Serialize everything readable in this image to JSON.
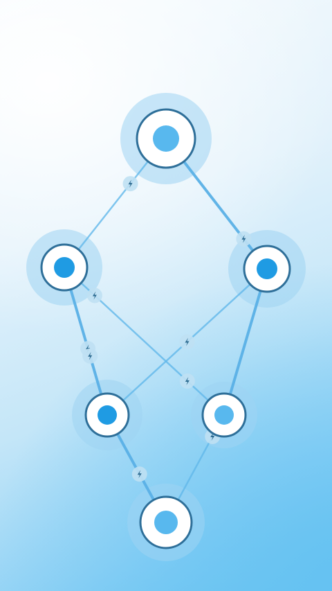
{
  "colors": {
    "ring_stroke": "#2e6f99",
    "ring_fill": "#ffffff",
    "halo": "#9fd4f3",
    "link": "#62b8ea",
    "link_charged": "#5ab0e6",
    "node_core_active": "#1f9be3",
    "node_core_idle": "#58b8ee",
    "bolt_badge": "#bfe0f3",
    "bolt_icon": "#2c6a90"
  },
  "nodes": [
    {
      "id": "top",
      "state": "idle"
    },
    {
      "id": "mid-left",
      "state": "active"
    },
    {
      "id": "mid-right",
      "state": "active"
    },
    {
      "id": "low-left",
      "state": "active"
    },
    {
      "id": "low-right",
      "state": "idle"
    },
    {
      "id": "bottom",
      "state": "idle"
    }
  ],
  "links": [
    {
      "from": "top",
      "to": "mid-left",
      "charged": false
    },
    {
      "from": "top",
      "to": "mid-right",
      "charged": true
    },
    {
      "from": "mid-left",
      "to": "low-left",
      "charged": true
    },
    {
      "from": "mid-left",
      "to": "low-right",
      "charged": false
    },
    {
      "from": "mid-right",
      "to": "low-left",
      "charged": false
    },
    {
      "from": "mid-right",
      "to": "low-right",
      "charged": true
    },
    {
      "from": "low-left",
      "to": "bottom",
      "charged": true
    },
    {
      "from": "low-right",
      "to": "bottom",
      "charged": false
    }
  ],
  "bolt_icon": "lightning-bolt-icon"
}
